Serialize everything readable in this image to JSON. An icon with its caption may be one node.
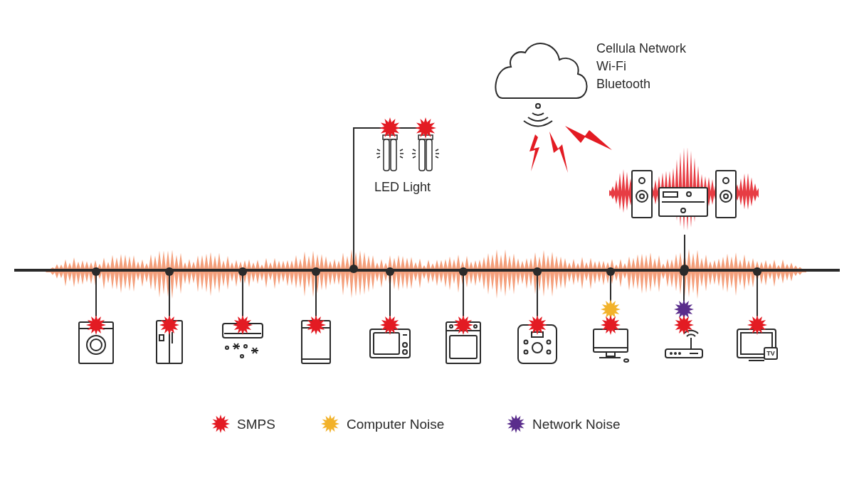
{
  "diagram": {
    "nodes": [
      {
        "text": [],
        "shape": "bar"
      },
      {
        "text": [],
        "shape": "picture"
      },
      {
        "text": [],
        "shape": "picture"
      },
      {
        "text": [],
        "shape": "picture"
      },
      {
        "text": [],
        "shape": "picture"
      },
      {
        "text": [],
        "shape": "picture"
      },
      {
        "text": [],
        "shape": "picture"
      },
      {
        "text": [],
        "shape": "picture"
      },
      {
        "text": [],
        "shape": "picture"
      },
      {
        "text": [],
        "shape": "picture"
      },
      {
        "text": [],
        "shape": "picture"
      },
      {
        "text": [
          "LED Light"
        ]
      },
      {
        "text": [],
        "shape": "picture"
      },
      {
        "text": [],
        "shape": "cloud",
        "beside": [
          "Cellula Network",
          "Wi-Fi",
          "Bluetooth"
        ]
      }
    ],
    "edges": [
      {
        "from": 0,
        "to": 1,
        "arrow": "other"
      },
      {
        "from": 0,
        "to": 2,
        "arrow": "other"
      },
      {
        "from": 0,
        "to": 3,
        "arrow": "other"
      },
      {
        "from": 0,
        "to": 4,
        "arrow": "other"
      },
      {
        "from": 0,
        "to": 11,
        "arrow": "other"
      },
      {
        "from": 0,
        "to": 5,
        "arrow": "other"
      },
      {
        "from": 0,
        "to": 6,
        "arrow": "other"
      },
      {
        "from": 0,
        "to": 7,
        "arrow": "other"
      },
      {
        "from": 0,
        "to": 8,
        "arrow": "other"
      },
      {
        "from": 0,
        "to": 12,
        "arrow": "other"
      },
      {
        "from": 0,
        "to": 9,
        "arrow": "other"
      },
      {
        "from": 0,
        "to": 10,
        "arrow": "other"
      }
    ],
    "labels": [
      "TV"
    ],
    "legend": [
      {
        "text": "SMPS",
        "color": "#e31b23"
      },
      {
        "text": "Computer Noise",
        "color": "#f2b22a"
      },
      {
        "text": "Network Noise",
        "color": "#5a2d8c"
      }
    ]
  }
}
